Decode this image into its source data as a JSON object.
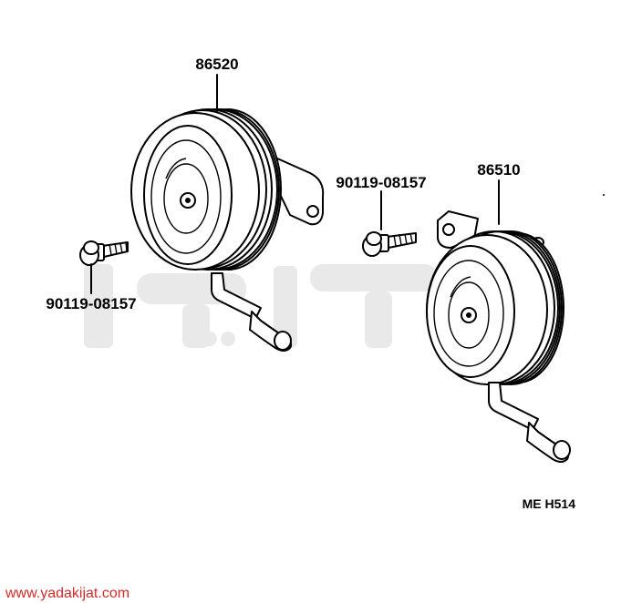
{
  "diagram": {
    "parts": {
      "horn_left": {
        "part_number": "86520",
        "icon": "horn-icon"
      },
      "horn_right": {
        "part_number": "86510",
        "icon": "horn-icon"
      },
      "bolt_left": {
        "part_number": "90119-08157",
        "icon": "bolt-icon"
      },
      "bolt_right": {
        "part_number": "90119-08157",
        "icon": "bolt-icon"
      }
    },
    "reference_code": "ME H514",
    "watermark": {
      "url": "www.yadakijat.com",
      "logo_text": "یدکی جات",
      "color": "#d42a2a",
      "logo_color": "#e9e9e9"
    }
  }
}
